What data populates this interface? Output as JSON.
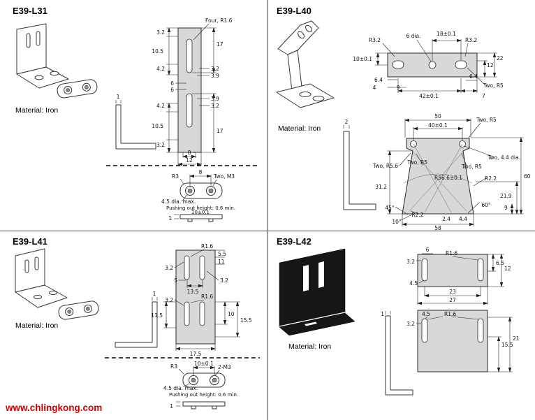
{
  "page": {
    "watermark": "www.chlingkong.com"
  },
  "sections": {
    "l31": {
      "title": "E39-L31",
      "material": "Material: Iron",
      "labels": {
        "four_r16": "Four, R1.6",
        "left_32_top": "3.2",
        "left_105_top": "10.5",
        "left_42_top": "4.2",
        "right_17_top": "17",
        "right_32_top": "3.2",
        "right_39_top": "3.9",
        "gap_6_a": "6",
        "gap_6_b": "6",
        "right_39_bot": "3.9",
        "right_32_bot": "3.2",
        "left_42_bot": "4.2",
        "left_105_bot": "10.5",
        "left_32_bot": "3.2",
        "right_17_bot": "17",
        "width_8": "8",
        "width_12": "12",
        "thickness_1": "1",
        "r3": "R3",
        "stud_pitch_8": "8",
        "two_m3": "Two, M3",
        "dia_45": "4.5 dia. max.",
        "pushing_note": "Pushing out height: 0.6 min.",
        "pitch_10": "10±0.1",
        "plate_t1": "1"
      }
    },
    "l40": {
      "title": "E39-L40",
      "material": "Material: Iron",
      "labels": {
        "r32_left": "R3.2",
        "dia_6": "6 dia.",
        "pitch_18": "18±0.1",
        "r32_right": "R3.2",
        "pitch_10": "10±0.1",
        "h_12": "12",
        "h_22": "22",
        "w_64_left": "6.4",
        "w_4": "4",
        "w_9": "9",
        "w_64_right": "6.4",
        "two_r5_plate": "Two, R5",
        "pitch_42": "42±0.1",
        "w_7": "7",
        "thickness_2": "2",
        "w_50": "50",
        "pitch_40": "40±0.1",
        "two_r5_top": "Two, R5",
        "two_44_dia": "Two, 4.4 dia.",
        "two_r56": "Two, R5.6",
        "two_r5_left": "Two, R5",
        "two_r5_right": "Two, R5",
        "r566": "R56.6±0.1",
        "r22_right": "R2.2",
        "h_312": "31.2",
        "h_60": "60",
        "h_219": "21.9",
        "h_9": "9",
        "a45": "45°",
        "a60": "60°",
        "a10": "10°",
        "r22_bot": "R2.2",
        "w_24": "2.4",
        "w_44": "4.4",
        "w_58": "58"
      }
    },
    "l41": {
      "title": "E39-L41",
      "material": "Material: Iron",
      "labels": {
        "r16_top": "R1.6",
        "w_55": "5.5",
        "w_11": "11",
        "w_32_tl": "3.2",
        "w_5": "5",
        "w_32_tr": "3.2",
        "pitch_135": "13.5",
        "w_32_ml": "3.2",
        "r16_mid": "R1.6",
        "h_115": "11.5",
        "h_10": "10",
        "h_155": "15.5",
        "w_175": "17.5",
        "thickness_1": "1",
        "r3": "R3",
        "pitch_10": "10±0.1",
        "two_m3": "2-M3",
        "dia_45": "4.5 dia. max.",
        "pushing_note": "Pushing out height: 0.6 min.",
        "plate_t1": "1"
      }
    },
    "l42": {
      "title": "E39-L42",
      "material": "Material: Iron",
      "labels": {
        "w_32_top": "3.2",
        "w_6": "6",
        "r16_top": "R1.6",
        "h_65": "6.5",
        "h_12": "12",
        "w_45_top": "4.5",
        "pitch_23": "23",
        "w_27": "27",
        "w_45_bot": "4.5",
        "r16_bot": "R1.6",
        "w_32_bot": "3.2",
        "h_155": "15.5",
        "h_21": "21",
        "thickness_1": "1"
      }
    }
  }
}
